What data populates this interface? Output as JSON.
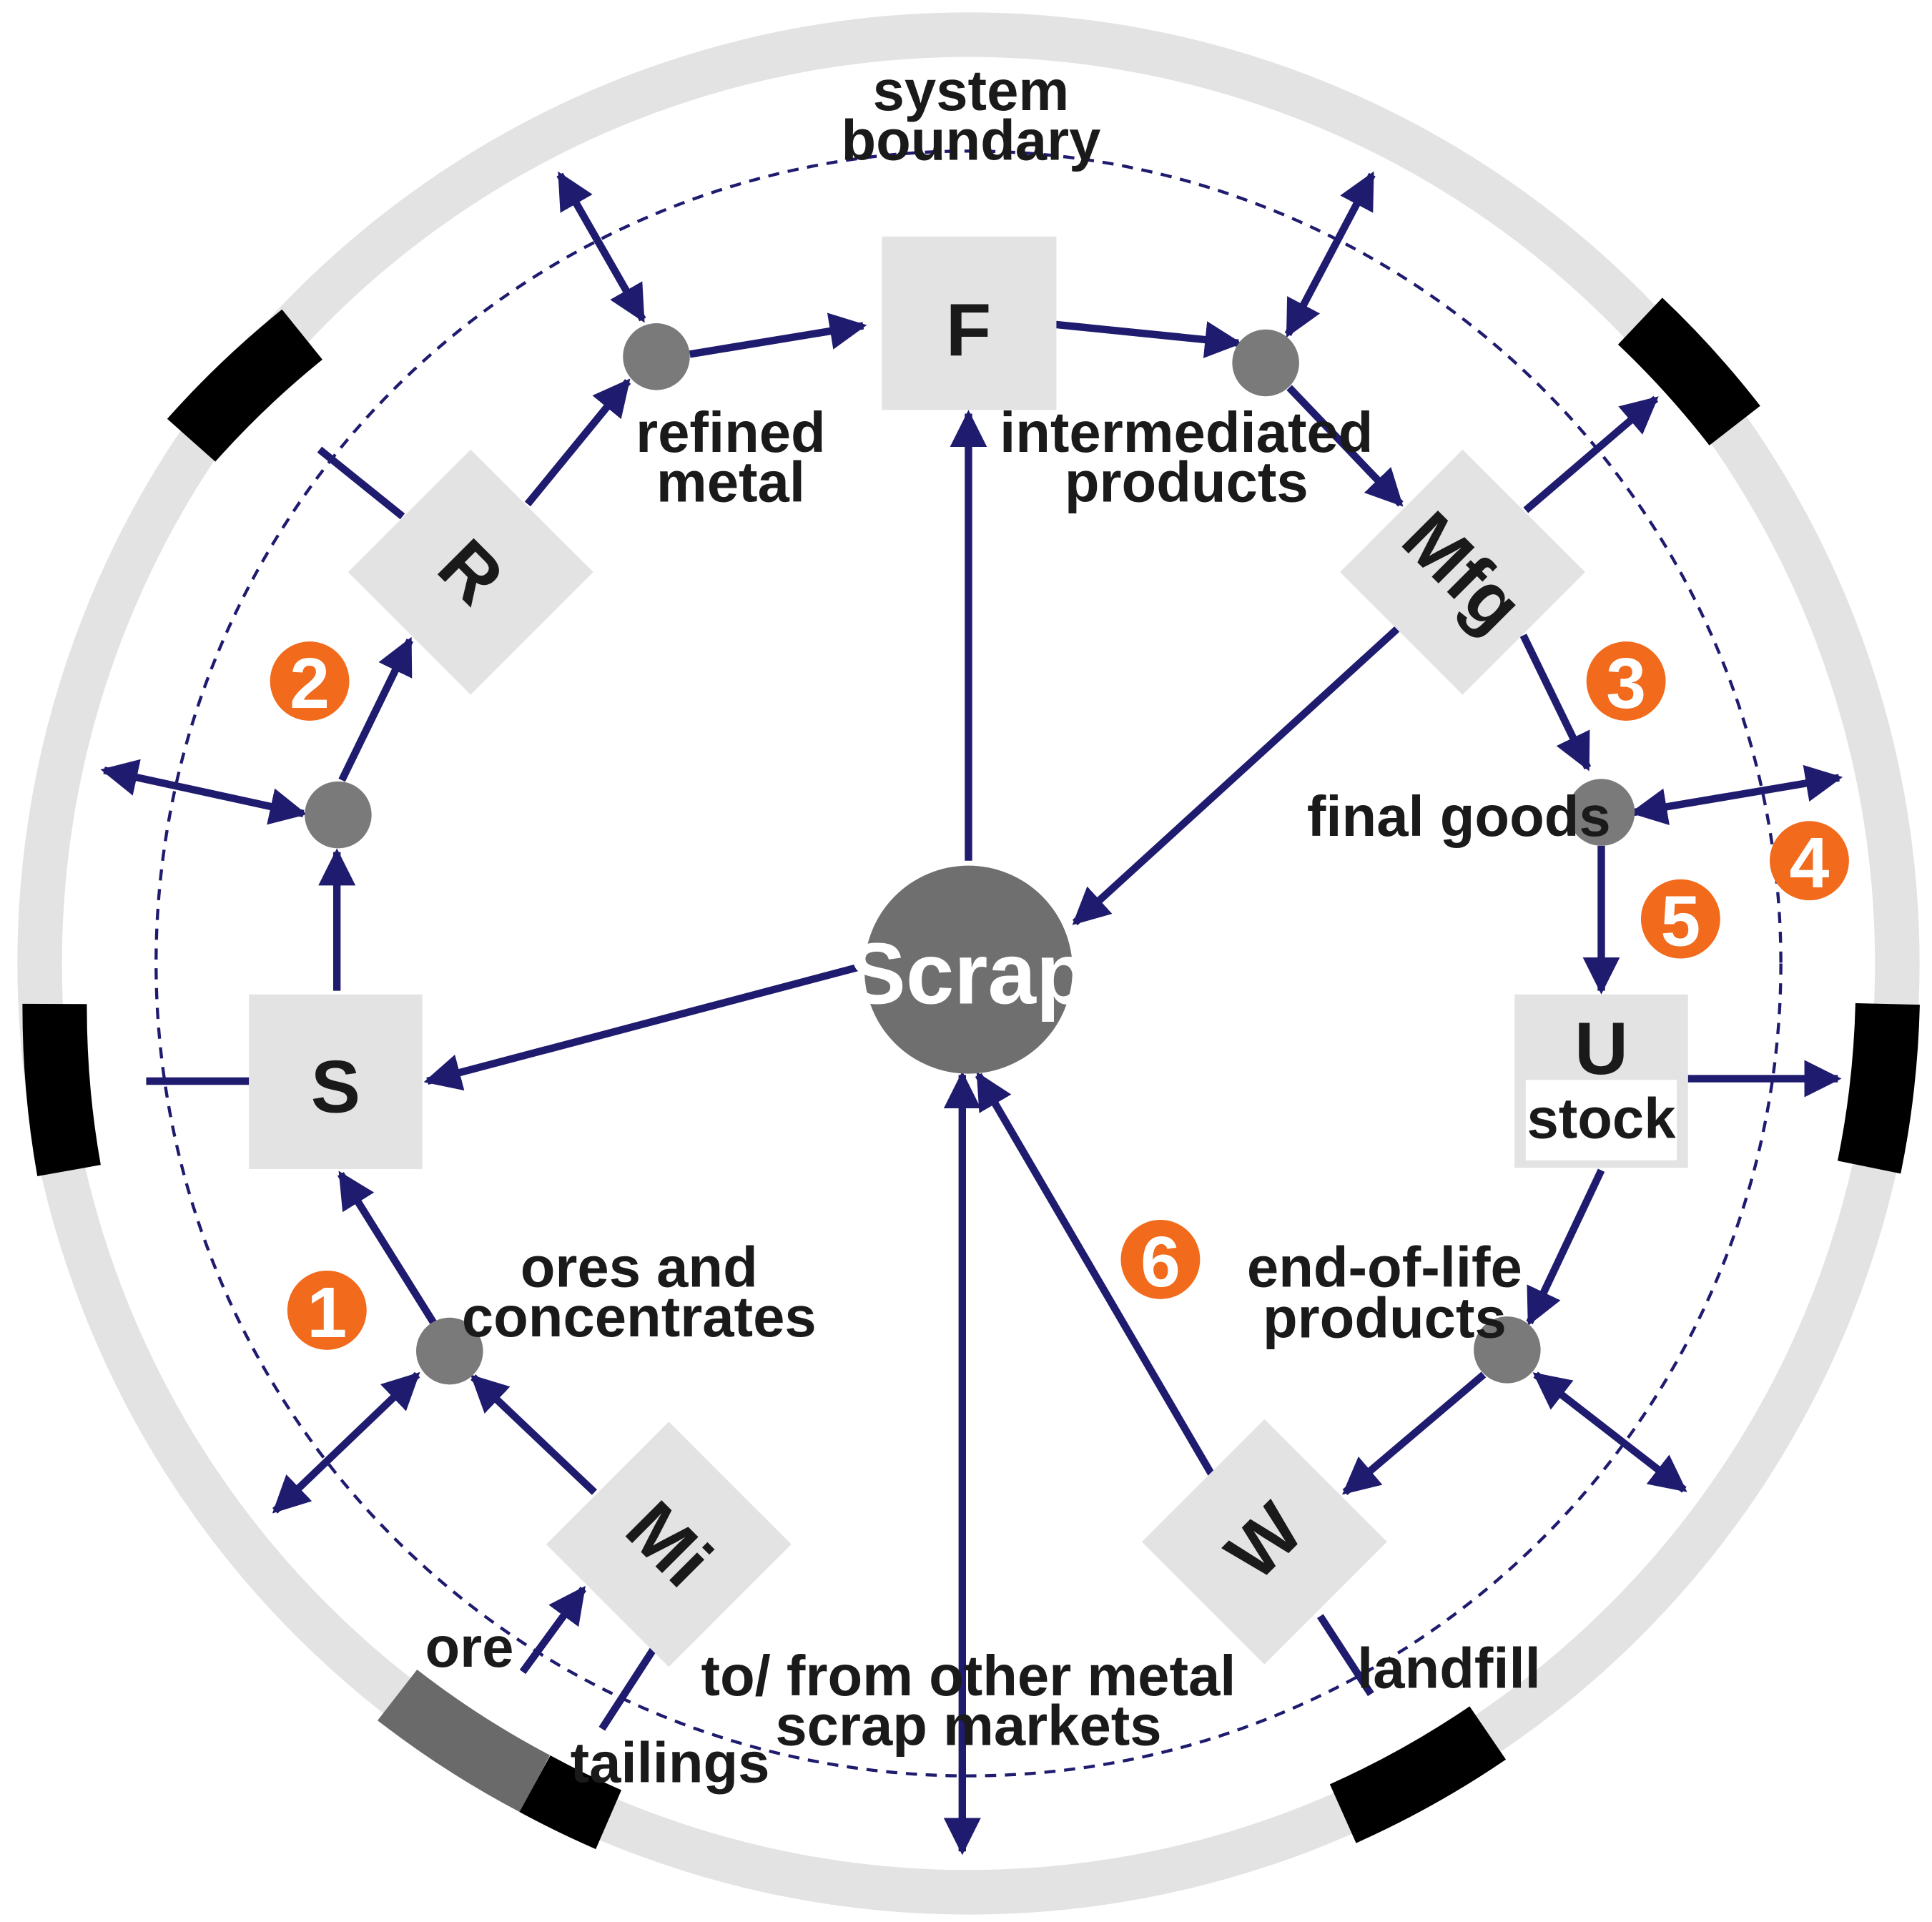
{
  "nodes": {
    "F": "F",
    "R": "R",
    "Mfg": "Mfg",
    "S": "S",
    "U": "U",
    "stock": "stock",
    "Mi": "Mi",
    "W": "W",
    "scrap": "Scrap"
  },
  "labels": {
    "system_boundary": [
      "system",
      "boundary"
    ],
    "refined_metal": [
      "refined",
      "metal"
    ],
    "intermediated_products": [
      "intermediated",
      "products"
    ],
    "final_goods": "final goods",
    "ores_concentrates": [
      "ores and",
      "concentrates"
    ],
    "end_of_life": [
      "end-of-life",
      "products"
    ],
    "ore": "ore",
    "tailings": "tailings",
    "landfill": "landfill",
    "scrap_markets": [
      "to/ from other metal",
      "scrap markets"
    ]
  },
  "stage_numbers": [
    "1",
    "2",
    "3",
    "4",
    "5",
    "6"
  ],
  "colors": {
    "flow": "#1f1b6e",
    "ring": "#e3e3e3",
    "box": "#e3e3e3",
    "junction": "#7a7a7a",
    "scrap": "#6f6f6f",
    "badge": "#f26a1b",
    "segment": "#000000",
    "segment_gray": "#6a6a6a"
  }
}
